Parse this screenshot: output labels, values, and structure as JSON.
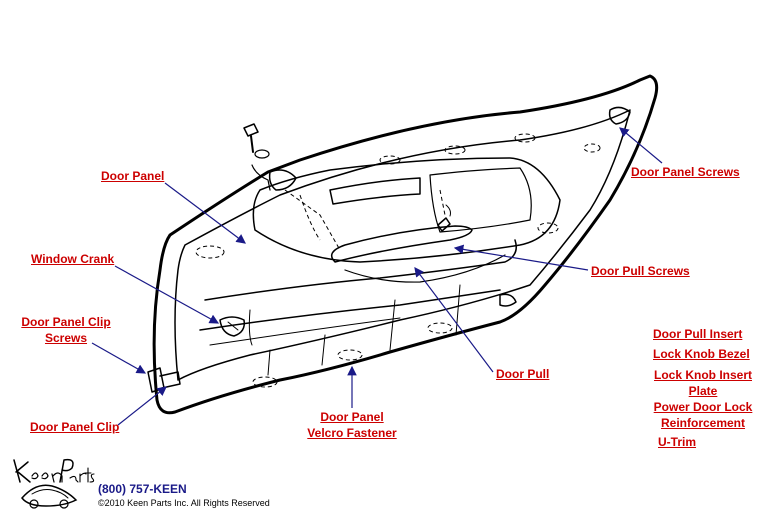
{
  "labels": {
    "door_panel": "Door Panel",
    "door_panel_screws": "Door Panel Screws",
    "window_crank": "Window Crank",
    "door_pull_screws": "Door Pull Screws",
    "door_panel_clip_screws_l1": "Door Panel Clip",
    "door_panel_clip_screws_l2": "Screws",
    "door_pull": "Door Pull",
    "door_panel_clip": "Door Panel Clip",
    "velcro_l1": "Door Panel",
    "velcro_l2": "Velcro Fastener"
  },
  "parts_list": [
    "Door Pull Insert",
    "Lock Knob Bezel",
    "Lock Knob Insert",
    "Plate",
    "Power Door Lock",
    "Reinforcement",
    "U-Trim"
  ],
  "footer": {
    "phone": "(800) 757-KEEN",
    "copyright": "©2010 Keen Parts Inc. All Rights Reserved",
    "logo_text": "Keen Parts"
  },
  "colors": {
    "label": "#cc0000",
    "arrow": "#1a1a88",
    "drawing": "#000000"
  }
}
